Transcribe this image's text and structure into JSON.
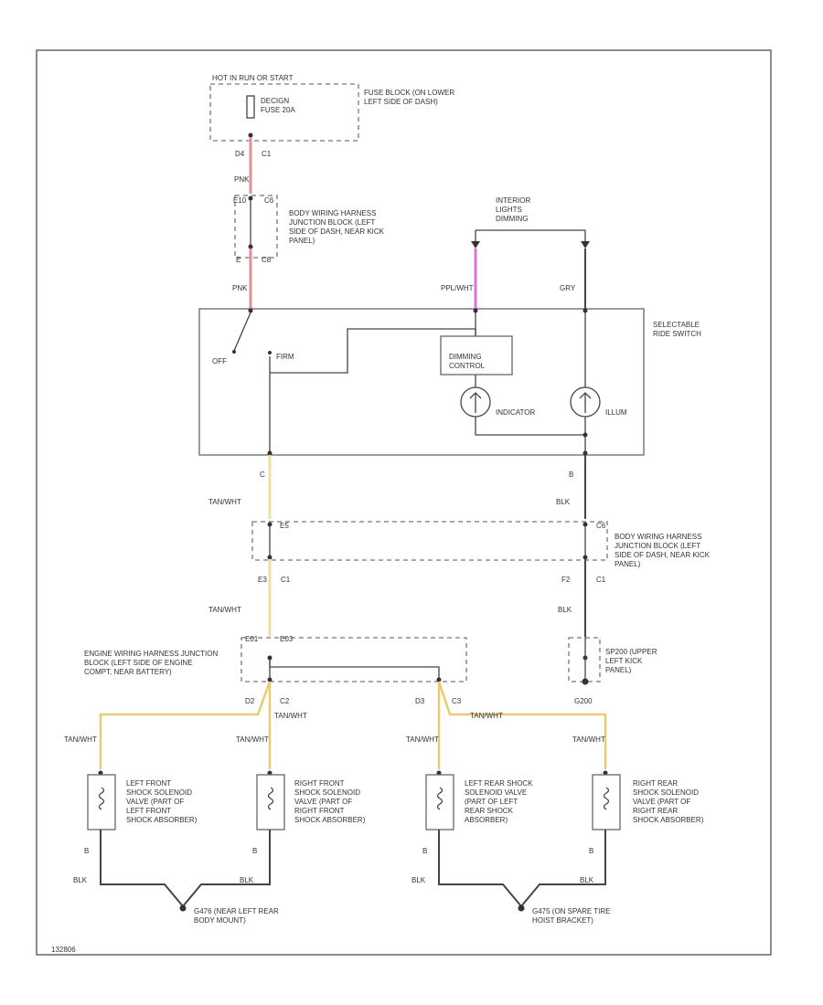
{
  "colors": {
    "wire_pink": "#e88c9a",
    "wire_magenta": "#e070e0",
    "wire_yellow": "#f0e0a0",
    "wire_gold": "#e8cc72",
    "wire_gray": "#444444"
  },
  "labels": {
    "hot_header": "HOT IN RUN OR START",
    "fuse_name": "DECIGN FUSE 20A",
    "fuse_block": "FUSE BLOCK (ON LOWER LEFT SIDE OF DASH)",
    "c1_pin_top": "D4",
    "c1_conn_top": "C1",
    "pnk_1": "PNK",
    "jb1_pin": "E10",
    "jb1_conn": "C6",
    "jb1_desc": "BODY WIRING HARNESS JUNCTION BLOCK (LEFT SIDE OF DASH, NEAR KICK PANEL)",
    "jb2_pin": "E",
    "jb2_conn": "C8",
    "pnk_2": "PNK",
    "interior_title": "INTERIOR LIGHTS DIMMING",
    "ppl_wht": "PPL/WHT",
    "gry": "GRY",
    "switch_title": "SELECTABLE RIDE SWITCH",
    "off": "OFF",
    "firm": "FIRM",
    "dimming_control": "DIMMING CONTROL",
    "indicator": "INDICATOR",
    "illum": "ILLUM",
    "pin_c": "C",
    "pin_b": "B",
    "tan_wht_1": "TAN/WHT",
    "blk_1": "BLK",
    "e5": "E5",
    "c6": "C6",
    "jb3_desc": "BODY WIRING HARNESS JUNCTION BLOCK (LEFT SIDE OF DASH, NEAR KICK PANEL)",
    "e3": "E3",
    "c1_a": "C1",
    "f2": "F2",
    "c1_b": "C1",
    "tan_wht_2": "TAN/WHT",
    "blk_2": "BLK",
    "ewh_desc": "ENGINE WIRING HARNESS JUNCTION BLOCK (LEFT SIDE OF ENGINE COMPT, NEAR BATTERY)",
    "e01": "E01",
    "e03": "E03",
    "sp200_desc": "SP200 (UPPER LEFT KICK PANEL)",
    "left_d2": "D2",
    "left_c2": "C2",
    "right_d3": "D3",
    "right_c3": "C3",
    "g200": "G200",
    "tan_wht_3": "TAN/WHT",
    "tan_wht_4": "TAN/WHT",
    "tan_wht_a": "TAN/WHT",
    "tan_wht_b": "TAN/WHT",
    "tan_wht_c": "TAN/WHT",
    "tan_wht_d": "TAN/WHT",
    "shock_lf": "LEFT FRONT SHOCK SOLENOID VALVE (PART OF LEFT FRONT SHOCK ABSORBER)",
    "shock_rf": "RIGHT FRONT SHOCK SOLENOID VALVE (PART OF RIGHT FRONT SHOCK ABSORBER)",
    "shock_lr": "LEFT REAR SHOCK SOLENOID VALVE (PART OF LEFT REAR SHOCK ABSORBER)",
    "shock_rr": "RIGHT REAR SHOCK SOLENOID VALVE (PART OF RIGHT REAR SHOCK ABSORBER)",
    "pin_b1": "B",
    "pin_b2": "B",
    "pin_b3": "B",
    "pin_b4": "B",
    "blk_3": "BLK",
    "blk_4": "BLK",
    "blk_5": "BLK",
    "blk_6": "BLK",
    "g476": "G476 (NEAR LEFT REAR BODY MOUNT)",
    "g475": "G475 (ON SPARE TIRE HOIST BRACKET)",
    "figure_code": "132806"
  }
}
